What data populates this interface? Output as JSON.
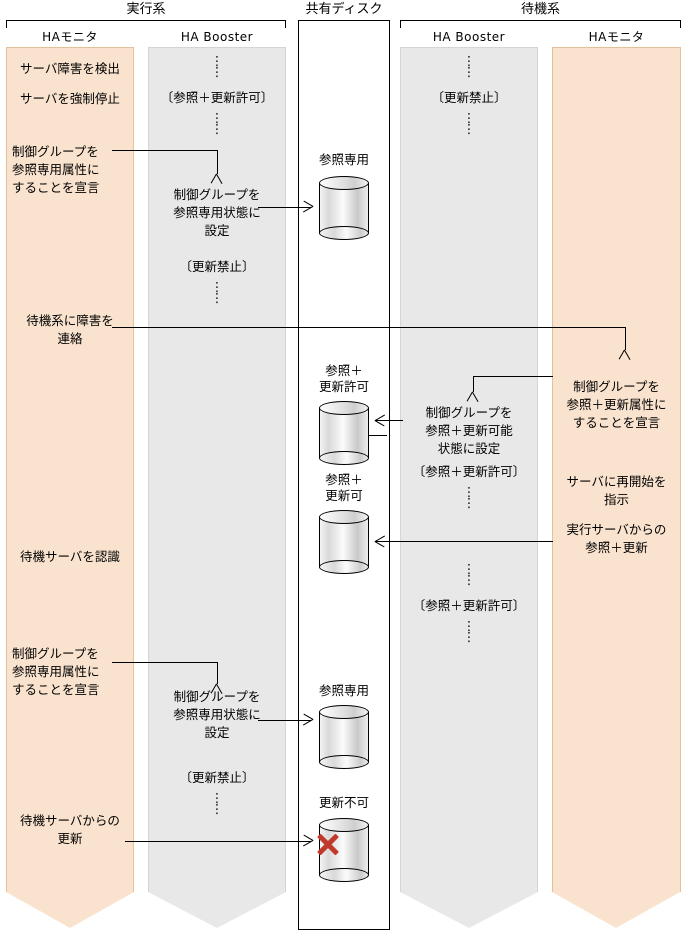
{
  "groups": {
    "active": "実行系",
    "shared_disk": "共有ディスク",
    "standby": "待機系"
  },
  "columns": {
    "active_monitor": "HAモニタ",
    "active_booster": "HA Booster",
    "standby_booster": "HA Booster",
    "standby_monitor": "HAモニタ"
  },
  "active_monitor_steps": {
    "detect_failure": "サーバ障害を検出",
    "force_stop": "サーバを強制停止",
    "declare_readonly_1": "制御グループを\n参照専用属性に\nすることを宣言",
    "notify_standby": "待機系に障害を\n連絡",
    "recognize_standby": "待機サーバを認識",
    "declare_readonly_2": "制御グループを\n参照専用属性に\nすることを宣言",
    "update_from_standby": "待機サーバからの\n更新"
  },
  "active_booster_steps": {
    "state_rw_1": "〔参照＋更新許可〕",
    "set_readonly_1": "制御グループを\n参照専用状態に\n設定",
    "state_noupdate_1": "〔更新禁止〕",
    "set_readonly_2": "制御グループを\n参照専用状態に\n設定",
    "state_noupdate_2": "〔更新禁止〕"
  },
  "standby_booster_steps": {
    "state_noupdate": "〔更新禁止〕",
    "set_readwrite": "制御グループを\n参照＋更新可能\n状態に設定",
    "state_rw_1": "〔参照＋更新許可〕",
    "state_rw_2": "〔参照＋更新許可〕"
  },
  "standby_monitor_steps": {
    "declare_readwrite": "制御グループを\n参照＋更新属性に\nすることを宣言",
    "instruct_restart": "サーバに再開始を\n指示",
    "rw_from_active": "実行サーバからの\n参照＋更新"
  },
  "disks": [
    {
      "label": "参照専用",
      "state": "read-only"
    },
    {
      "label": "参照＋\n更新許可",
      "state": "read-write-allowed"
    },
    {
      "label": "参照＋\n更新可",
      "state": "read-write"
    },
    {
      "label": "参照専用",
      "state": "read-only"
    },
    {
      "label": "更新不可",
      "state": "update-denied"
    }
  ],
  "dots": "⋮",
  "colors": {
    "monitor_lane": "#f9e3cf",
    "monitor_lane_border": "#e3bf9b",
    "booster_lane": "#e8e8e8",
    "booster_lane_border": "#d5d5d5",
    "line": "#000000",
    "x_mark": "#c0392b",
    "background": "#ffffff"
  }
}
